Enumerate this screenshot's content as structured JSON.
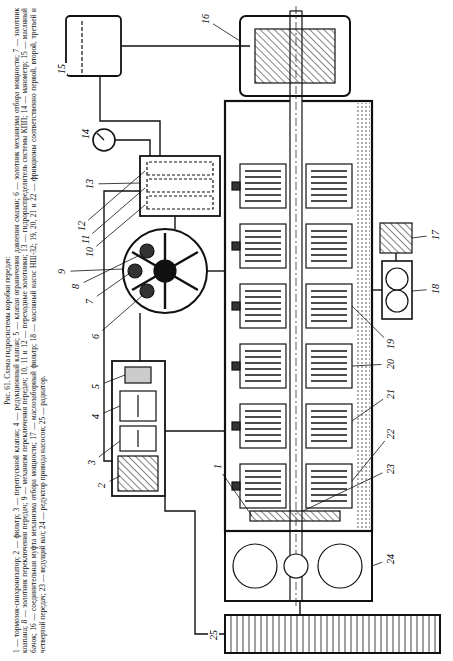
{
  "diagram": {
    "title": "Рис. 61. Схема гидросистемы коробки передач:",
    "caption": "1 — тормозок-синхронизатор; 2 — фильтр; 3 — перепускной клапан; 4 — редукционный клапан; 5 — клапан ограничения давления смазки; 6 — золотник механизма отбора мощности; 7 — золотник клапана; 8 — золотник переключения передач; 9 — механизм переключения передач; 10, 11 и 12 — переходные золотники; 13 — гидрораспределитель системы КПП; 14 — манометр; 15 — масляный бачок; 16 — соединительная муфта механизма отбора мощности; 17 — маслозаборный фильтр; 18 — масляный насос НШ-32; 19, 20, 21 и 22 — фрикционы соответственно первой, второй, третьей и четвертой передач; 23 — ведущий вал; 24 — редуктор привода насосов; 25 — радиатор.",
    "labels": [
      "1",
      "2",
      "3",
      "4",
      "5",
      "6",
      "7",
      "8",
      "9",
      "10",
      "11",
      "12",
      "13",
      "14",
      "15",
      "16",
      "17",
      "18",
      "19",
      "20",
      "21",
      "22",
      "23",
      "24",
      "25"
    ]
  }
}
